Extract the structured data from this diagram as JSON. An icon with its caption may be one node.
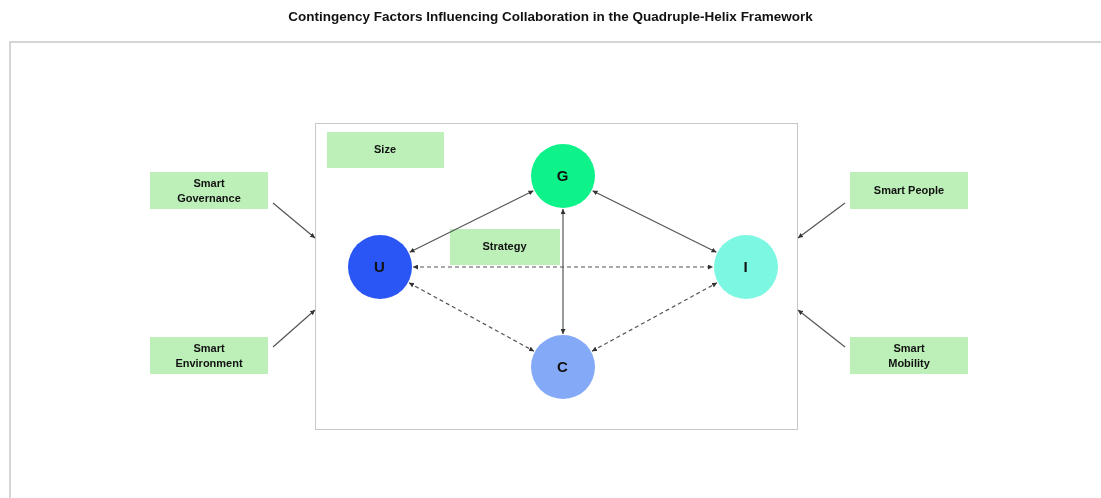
{
  "diagram": {
    "title": "Contingency Factors Influencing Collaboration in the Quadruple-Helix Framework",
    "nodes": [
      {
        "text": [
          "Smart Governance"
        ]
      },
      {
        "text": [
          "Smart Environment"
        ]
      },
      {
        "text": [],
        "shape": "box"
      },
      {
        "text": [
          "Size"
        ],
        "in": 2
      },
      {
        "text": [
          "G"
        ],
        "in": 2
      },
      {
        "text": [
          "Strategy"
        ],
        "in": 2
      },
      {
        "text": [
          "U"
        ],
        "in": 2
      },
      {
        "text": [
          "I"
        ],
        "in": 2
      },
      {
        "text": [
          "C"
        ],
        "in": 2
      },
      {
        "text": [
          "Smart People"
        ]
      },
      {
        "text": [
          "Smart Mobility"
        ]
      }
    ],
    "edges": [
      {
        "from": 0,
        "to": 2,
        "arrow": "to"
      },
      {
        "from": 1,
        "to": 2,
        "arrow": "to"
      },
      {
        "from": 9,
        "to": 2,
        "arrow": "to"
      },
      {
        "from": 10,
        "to": 2,
        "arrow": "to"
      },
      {
        "from": 6,
        "to": 4,
        "arrow": "both"
      },
      {
        "from": 4,
        "to": 7,
        "arrow": "both"
      },
      {
        "from": 4,
        "to": 8,
        "arrow": "both"
      },
      {
        "from": 6,
        "to": 7,
        "arrow": "both",
        "style": "dashed"
      },
      {
        "from": 6,
        "to": 8,
        "arrow": "both",
        "style": "dashed"
      },
      {
        "from": 8,
        "to": 7,
        "arrow": "both",
        "style": "dashed"
      }
    ]
  }
}
